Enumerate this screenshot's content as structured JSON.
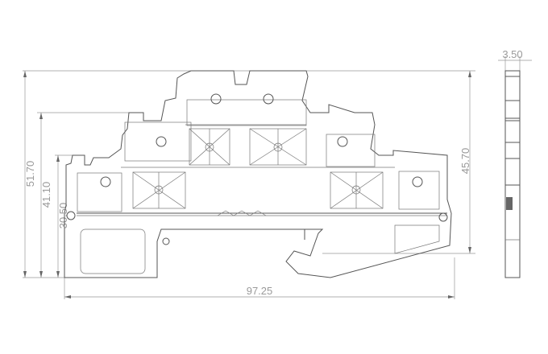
{
  "drawing": {
    "title": "Double-level terminal block dimension drawing",
    "dimensions": {
      "total_height": "51.70",
      "middle_level_height": "41.10",
      "lower_level_height": "30.50",
      "right_height": "45.70",
      "total_width": "97.25",
      "thickness": "3.50"
    },
    "colors": {
      "line": "#555555",
      "dimension": "#999999"
    }
  }
}
